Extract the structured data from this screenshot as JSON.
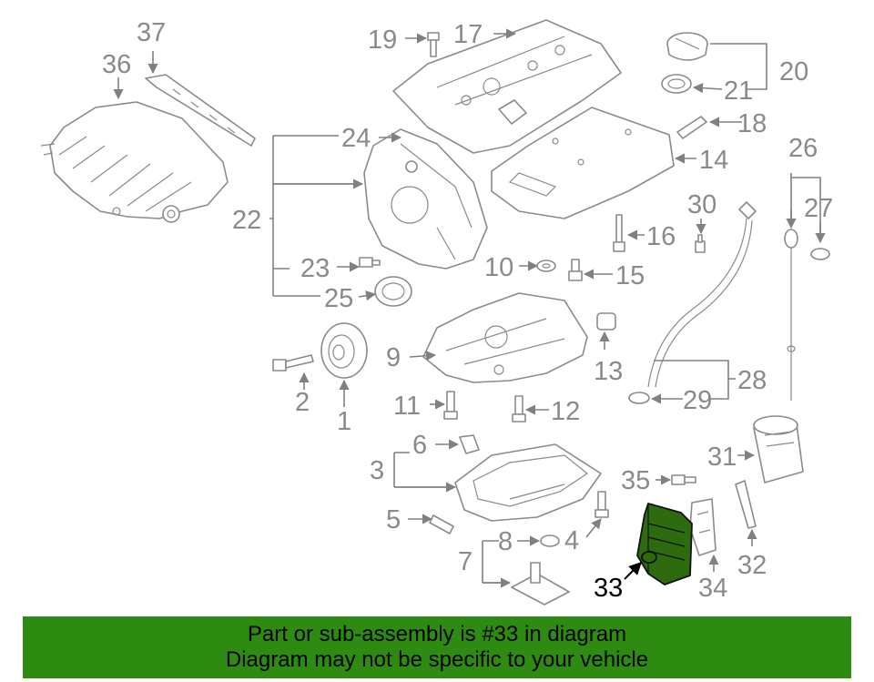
{
  "banner": {
    "line1": "Part or sub-assembly is #33 in diagram",
    "line2": "Diagram may not be specific to your vehicle"
  },
  "highlight_part": "33",
  "colors": {
    "highlight_fill": "#2e6b0f",
    "banner_background": "#2e8b12",
    "line_art": "#8a8a8a",
    "callout_text": "#8a8a8a",
    "highlight_callout_text": "#000000"
  },
  "callouts": {
    "c1": "1",
    "c2": "2",
    "c3": "3",
    "c4": "4",
    "c5": "5",
    "c6": "6",
    "c7": "7",
    "c8": "8",
    "c9": "9",
    "c10": "10",
    "c11": "11",
    "c12": "12",
    "c13": "13",
    "c14": "14",
    "c15": "15",
    "c16": "16",
    "c17": "17",
    "c18": "18",
    "c19": "19",
    "c20": "20",
    "c21": "21",
    "c22": "22",
    "c23": "23",
    "c24": "24",
    "c25": "25",
    "c26": "26",
    "c27": "27",
    "c28": "28",
    "c29": "29",
    "c30": "30",
    "c31": "31",
    "c32": "32",
    "c33": "33",
    "c34": "34",
    "c35": "35",
    "c36": "36",
    "c37": "37"
  }
}
